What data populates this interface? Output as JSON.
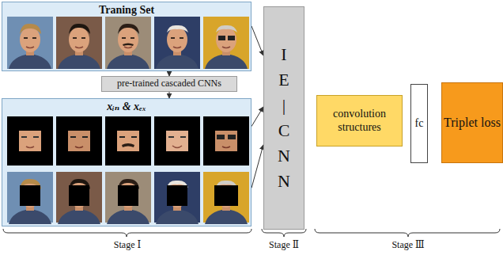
{
  "diagram": {
    "nodes": [
      {
        "text": [
          "Traning Set"
        ]
      },
      {
        "text": [
          "pre-trained cascaded CNNs"
        ]
      },
      {
        "text": [
          "xᵢₙ & xₑₓ"
        ]
      },
      {
        "text": [
          "I E | C N N"
        ]
      },
      {
        "text": [
          "convolution structures"
        ]
      },
      {
        "text": [
          "fc"
        ]
      },
      {
        "text": [
          "Triplet loss"
        ]
      }
    ],
    "edges": [
      {
        "from": 0,
        "to": 1,
        "arrow": "to"
      },
      {
        "from": 1,
        "to": 2,
        "arrow": "to"
      },
      {
        "from": 0,
        "to": 3,
        "arrow": "to"
      },
      {
        "from": 2,
        "to": 3,
        "arrow": "to"
      },
      {
        "from": 2,
        "to": 3,
        "arrow": "to"
      }
    ],
    "labels": [
      "Stage Ⅰ",
      "Stage Ⅱ",
      "Stage Ⅲ"
    ]
  }
}
